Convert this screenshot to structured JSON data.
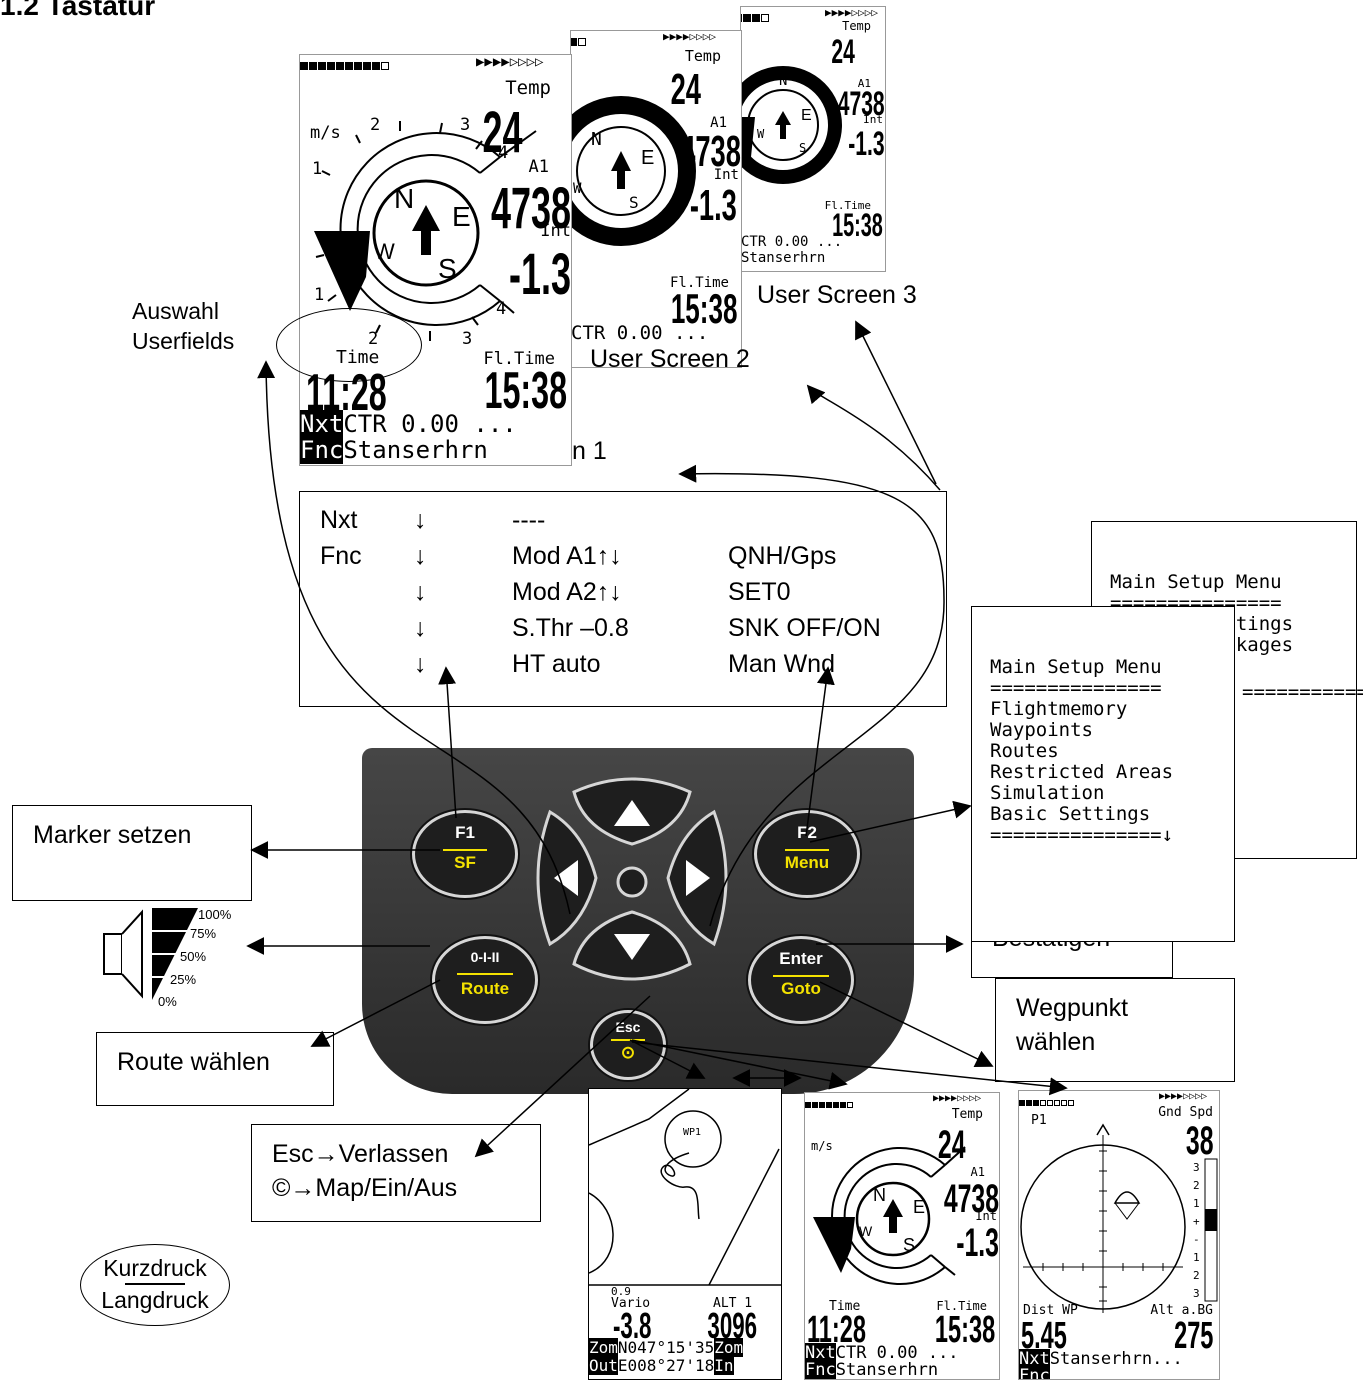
{
  "heading": "1.2  Tastatur",
  "labels": {
    "auswahl_userfields": [
      "Auswahl",
      "Userfields"
    ],
    "user_screen_3": "User Screen 3",
    "user_screen_2": "User Screen 2",
    "screen_1_suffix": "n 1",
    "marker_setzen": "Marker setzen",
    "route_waehlen": "Route wählen",
    "esc": [
      "Esc→Verlassen",
      "©→Map/Ein/Aus"
    ],
    "bestaetigen": "Bestätigen",
    "wegpunkt": [
      "Wegpunkt",
      "wählen"
    ],
    "kurzdruck": "Kurzdruck",
    "langdruck": "Langdruck"
  },
  "volume_levels": [
    "100%",
    "75%",
    "50%",
    "25%",
    "0%"
  ],
  "function_table": {
    "rows": [
      {
        "key": "Nxt",
        "arrow": "↓",
        "col1": "----",
        "col2": ""
      },
      {
        "key": "Fnc",
        "arrow": "↓",
        "col1": "Mod A1↑↓",
        "col2": "QNH/Gps"
      },
      {
        "key": "",
        "arrow": "↓",
        "col1": "Mod A2↑↓",
        "col2": "SET0"
      },
      {
        "key": "",
        "arrow": "↓",
        "col1": "S.Thr –0.8",
        "col2": "SNK OFF/ON"
      },
      {
        "key": "",
        "arrow": "↓",
        "col1": "HT auto",
        "col2": "Man Wnd"
      }
    ]
  },
  "menu_back": {
    "title": "Main Setup Menu",
    "sep": "===============",
    "items": [
      "Factory Settings",
      "Opt. SW Packages"
    ],
    "bottom": "==============↑"
  },
  "menu_front": {
    "title": "Main Setup Menu",
    "sep": "===============",
    "items": [
      "Flightmemory",
      "Waypoints",
      "Routes",
      "Restricted Areas",
      "Simulation",
      "Basic Settings"
    ],
    "bottom": "===============↓"
  },
  "keys": {
    "f1": {
      "top": "F1",
      "bottom": "SF"
    },
    "f2": {
      "top": "F2",
      "bottom": "Menu"
    },
    "vol": {
      "top": "0-I-II",
      "bottom": "Route"
    },
    "enter": {
      "top": "Enter",
      "bottom": "Goto"
    },
    "esc": {
      "top": "Esc",
      "bottom": "⊙"
    }
  },
  "screen_main": {
    "temp_label": "Temp",
    "temp": "24",
    "a1_label": "A1",
    "a1": "4738",
    "int_label": "Int",
    "int": "-1.3",
    "unit": "m/s",
    "compass": [
      "N",
      "E",
      "W",
      "S"
    ],
    "scale": [
      "2",
      "3",
      "1",
      "4",
      "1",
      "2",
      "3",
      "4"
    ],
    "time_label": "Time",
    "time": "11:28",
    "fltime_label": "Fl.Time",
    "fltime": "15:38",
    "nxt": "Nxt",
    "fnc": "Fnc",
    "line1": "CTR 0.00    ...",
    "line2": "Stanserhrn"
  },
  "screen_map": {
    "wp": "WP1",
    "scale": "0.9",
    "vario_label": "Vario",
    "vario": "-3.8",
    "alt_label": "ALT 1",
    "alt": "3096",
    "zom": "Zom",
    "out": "Out",
    "in": "In",
    "lat": "N047°15'35",
    "lon": "E008°27'18"
  },
  "screen_nav": {
    "p1": "P1",
    "gnd_label": "Gnd Spd",
    "gnd": "38",
    "dist_label": "Dist WP",
    "dist": "5.45",
    "alt_label": "Alt a.BG",
    "alt": "275",
    "nxt": "Nxt",
    "fnc": "Fnc",
    "line": "Stanserhrn",
    "dots": "...",
    "scale": [
      "3",
      "2",
      "1",
      "+",
      "-",
      "1",
      "2",
      "3"
    ]
  }
}
